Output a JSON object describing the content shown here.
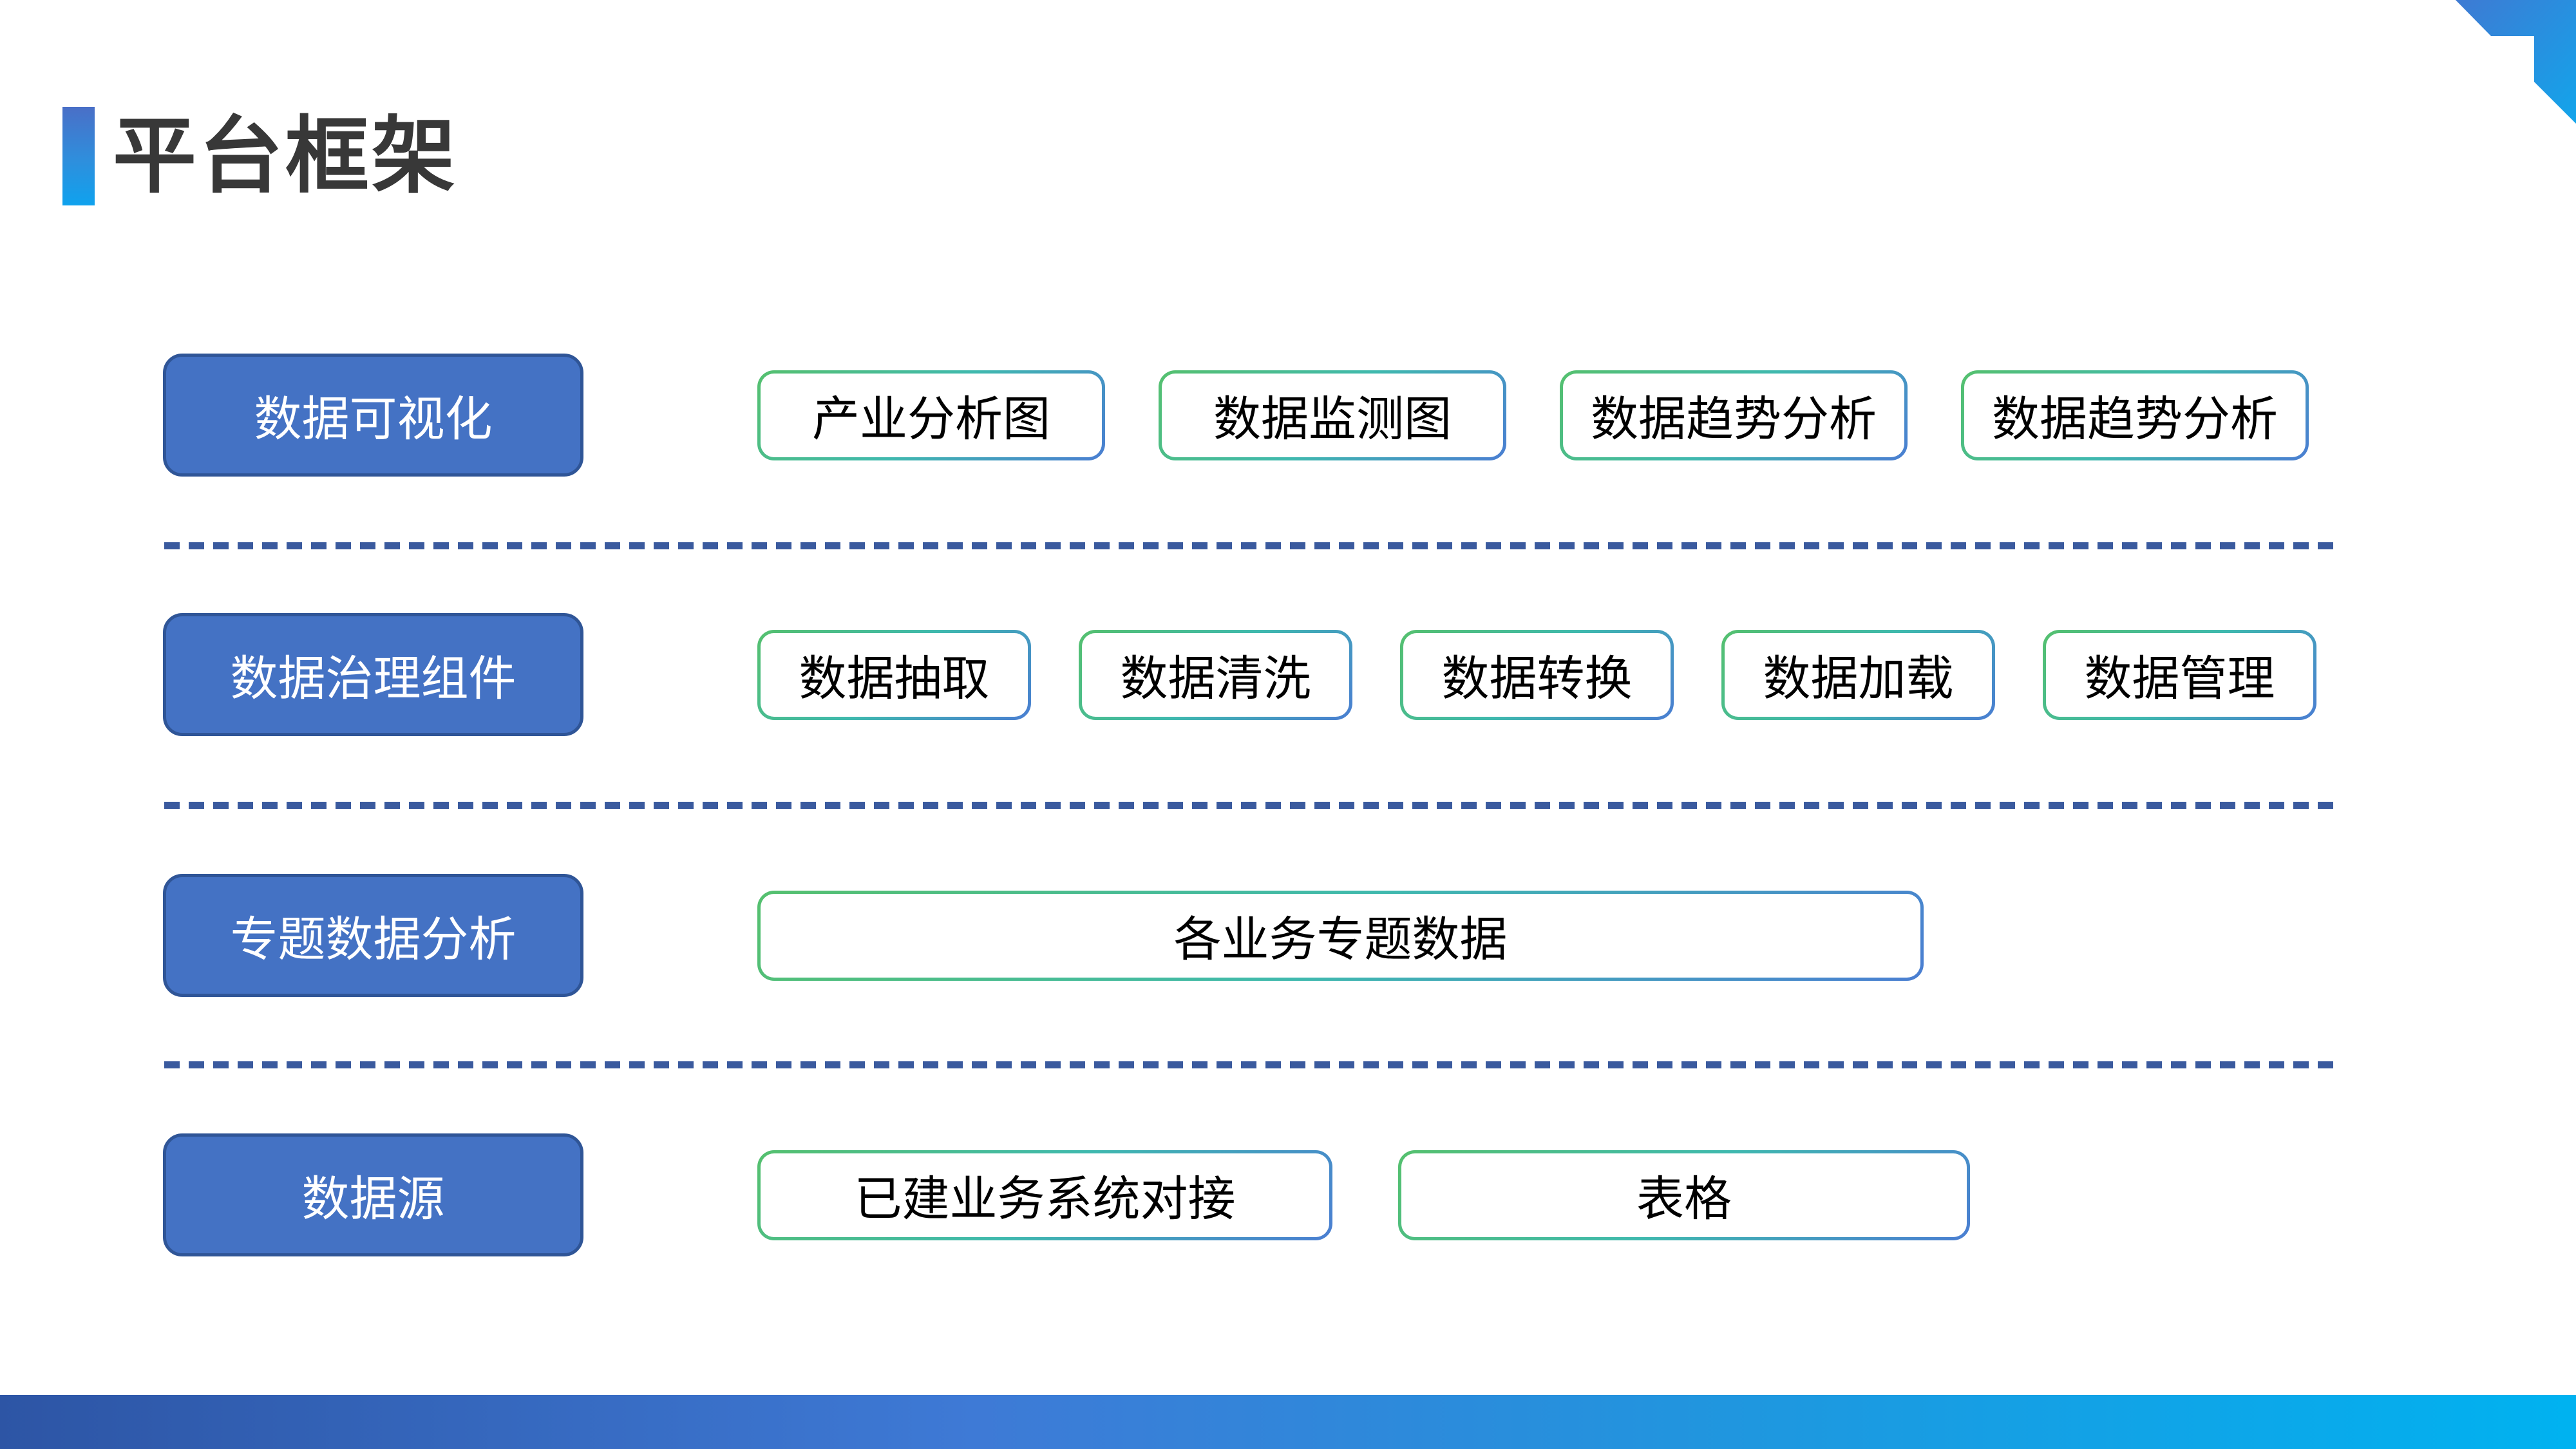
{
  "slide": {
    "title": "平台框架"
  },
  "rows": [
    {
      "label": "数据可视化",
      "items": [
        {
          "label": "产业分析图"
        },
        {
          "label": "数据监测图"
        },
        {
          "label": "数据趋势分析"
        },
        {
          "label": "数据趋势分析"
        }
      ]
    },
    {
      "label": "数据治理组件",
      "items": [
        {
          "label": "数据抽取"
        },
        {
          "label": "数据清洗"
        },
        {
          "label": "数据转换"
        },
        {
          "label": "数据加载"
        },
        {
          "label": "数据管理"
        }
      ]
    },
    {
      "label": "专题数据分析",
      "items": [
        {
          "label": "各业务专题数据"
        }
      ]
    },
    {
      "label": "数据源",
      "items": [
        {
          "label": "已建业务系统对接"
        },
        {
          "label": "表格"
        }
      ]
    }
  ],
  "colors": {
    "label_fill": "#4472C4",
    "label_border": "#2F5597",
    "item_border_green": "#55C06E",
    "item_border_teal": "#3FB9AE",
    "item_border_blue": "#4A7ED2",
    "dash_line": "#3A5A9E",
    "title_text": "#383838",
    "title_accent_top": "#4A6FC7",
    "title_accent_bottom": "#0FA2EE",
    "bottom_bar_left": "#2D55A5",
    "bottom_bar_right": "#00B2F0",
    "corner_top": "#3E7AD3",
    "corner_bottom": "#12A5EB"
  }
}
